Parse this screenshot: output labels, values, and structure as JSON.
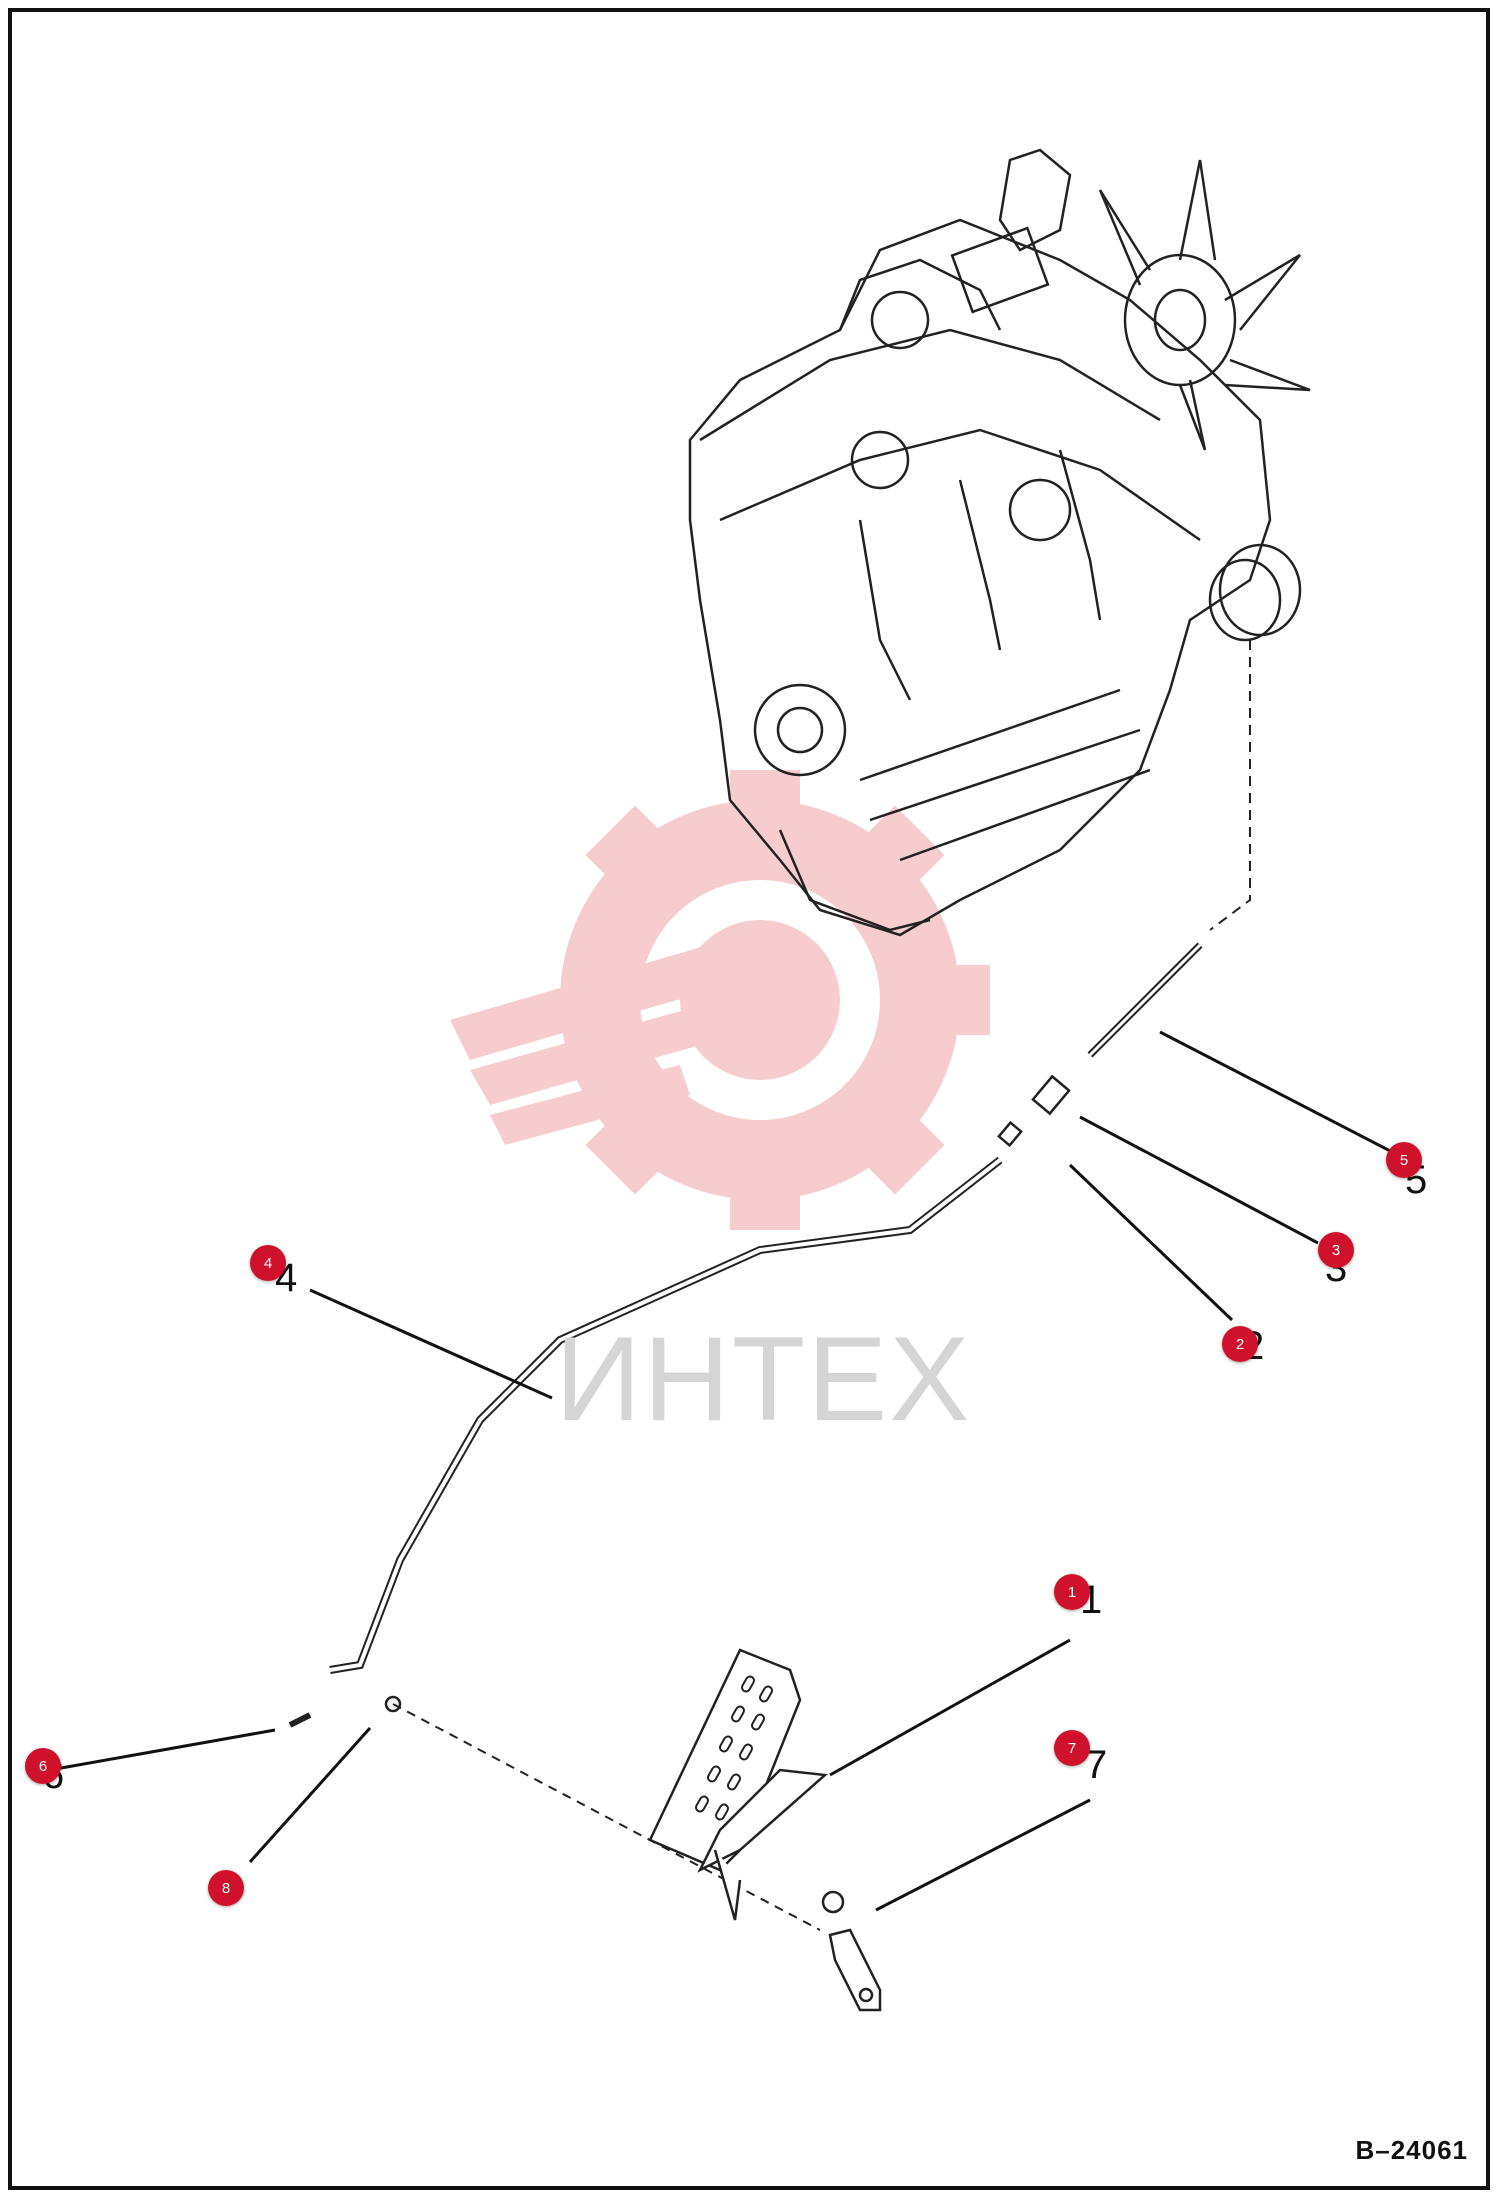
{
  "document_id": "B–24061",
  "watermark": {
    "text": "ИНТЕХ",
    "color": "#f2b8bc"
  },
  "accent_color": "#d0112b",
  "callouts": [
    {
      "id": "1",
      "label": "1",
      "printed": "1"
    },
    {
      "id": "2",
      "label": "2",
      "printed": "2"
    },
    {
      "id": "3",
      "label": "3",
      "printed": "3"
    },
    {
      "id": "4",
      "label": "4",
      "printed": "4"
    },
    {
      "id": "5",
      "label": "5",
      "printed": "5"
    },
    {
      "id": "6",
      "label": "6",
      "printed": "6"
    },
    {
      "id": "7",
      "label": "7",
      "printed": "7"
    },
    {
      "id": "8",
      "label": "8",
      "printed": "8"
    }
  ]
}
